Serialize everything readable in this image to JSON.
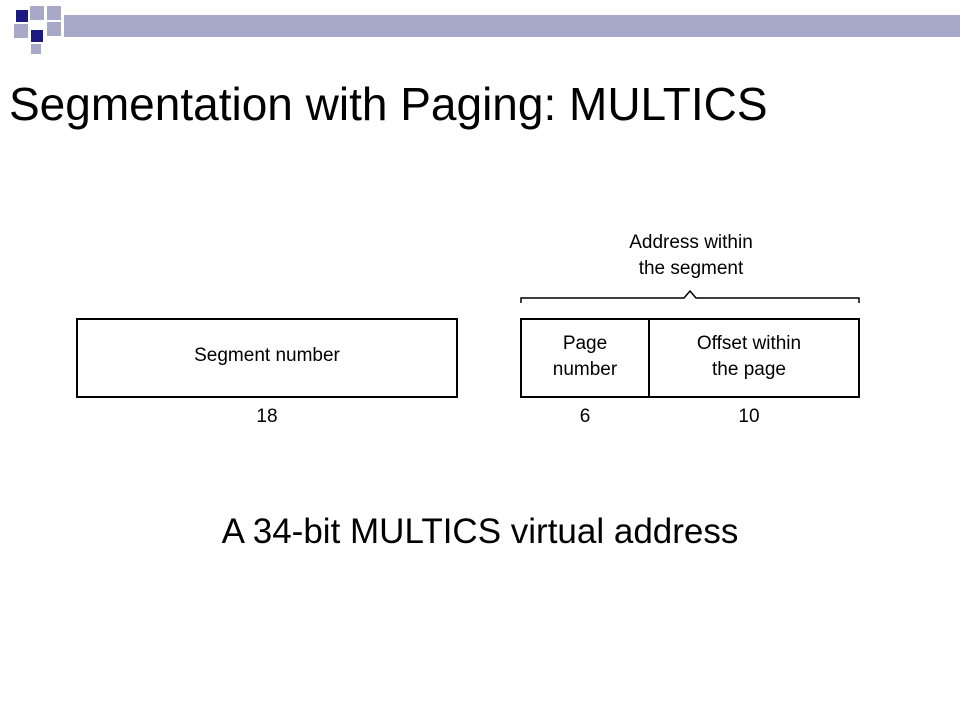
{
  "slide": {
    "title": "Segmentation with Paging: MULTICS",
    "caption": "A 34-bit MULTICS virtual address"
  },
  "diagram": {
    "brace_label_line1": "Address within",
    "brace_label_line2": "the segment",
    "fields": [
      {
        "label_lines": [
          "Segment number"
        ],
        "bits": "18"
      },
      {
        "label_lines": [
          "Page",
          "number"
        ],
        "bits": "6"
      },
      {
        "label_lines": [
          "Offset within",
          "the page"
        ],
        "bits": "10"
      }
    ]
  },
  "colors": {
    "accent_dark": "#1a1a80",
    "accent_light": "#a8a8c8",
    "line": "#000000"
  }
}
